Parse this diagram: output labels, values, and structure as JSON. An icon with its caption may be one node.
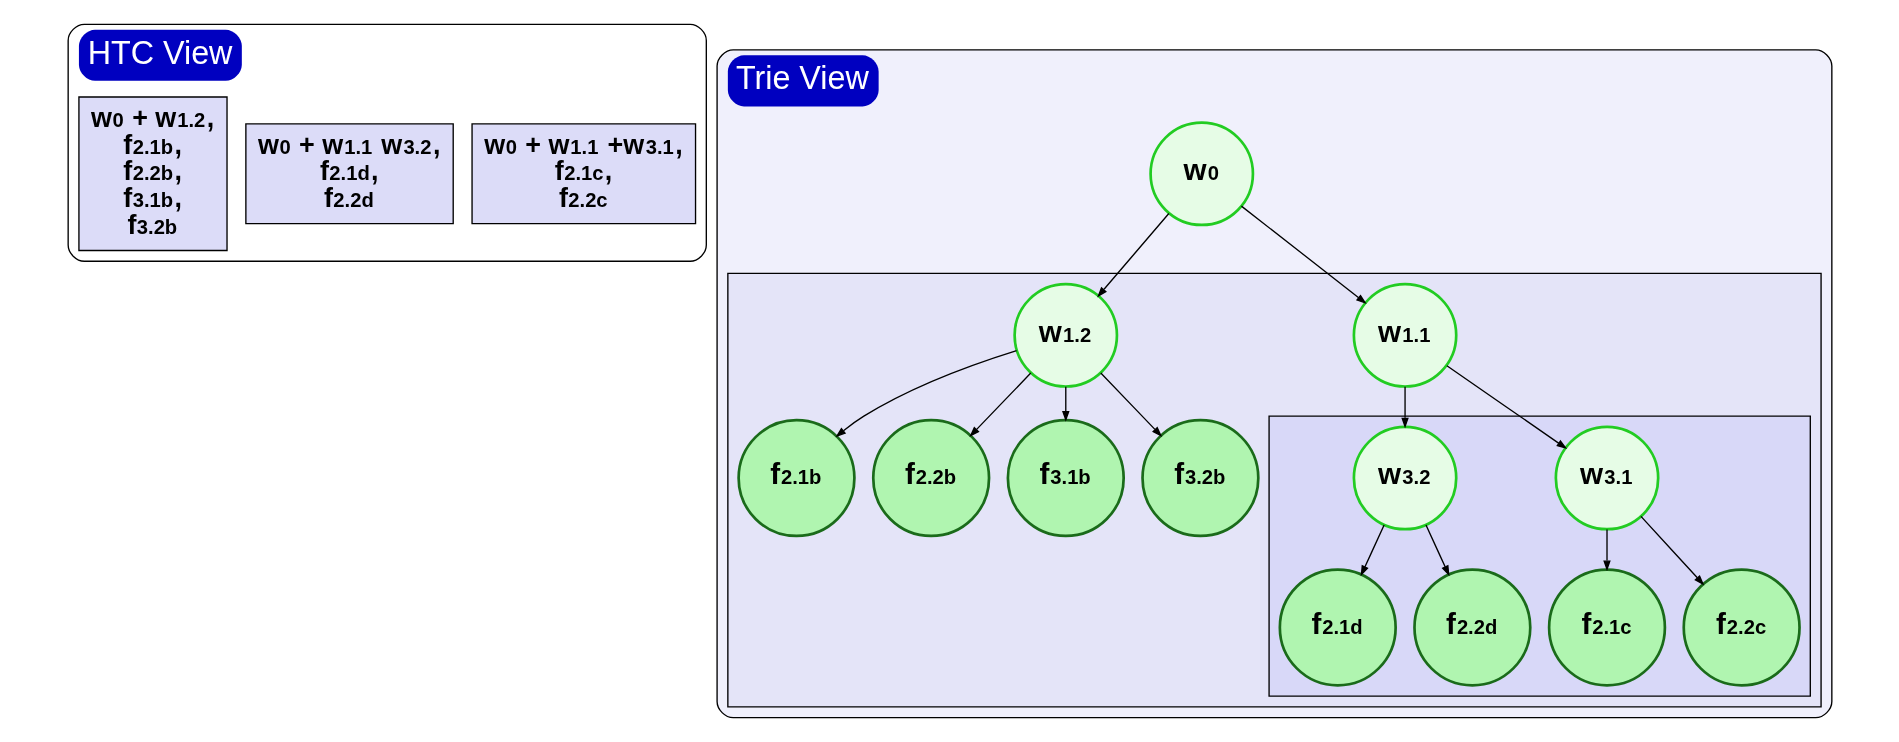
{
  "diagram": {
    "nodes": [
      {
        "text": [
          "HTC View"
        ]
      },
      {
        "text": [
          "w$_{0}$ + w$_{1.1}$ +w$_{3.1}$, f$_{2.1c}$, f$_{2.2c}$"
        ],
        "in": 0
      },
      {
        "text": [
          "w$_{0}$ + w$_{1.1}$ w$_{3.2}$, f$_{2.1d}$, f$_{2.2d}$"
        ],
        "in": 0
      },
      {
        "text": [
          "w$_{0}$ + w$_{1.2}$, f$_{2.1b}$, f$_{2.2b}$, f$_{3.1b}$, f$_{3.2b}$"
        ],
        "in": 0
      },
      {
        "text": [
          "Trie View"
        ]
      },
      {
        "text": [
          "w$_{0}$"
        ],
        "in": 4
      },
      {
        "text": [],
        "shape": "box",
        "in": 4
      },
      {
        "text": [
          "w$_{1.1}$"
        ],
        "in": 6
      },
      {
        "text": [
          "w$_{1.2}$"
        ],
        "in": 6
      },
      {
        "text": [],
        "shape": "box",
        "in": 6
      },
      {
        "text": [
          "w$_{3.1}$"
        ],
        "in": 9
      },
      {
        "text": [
          "w$_{3.2}$"
        ],
        "in": 9
      },
      {
        "text": [
          "f$_{2.1c}$"
        ],
        "in": 9
      },
      {
        "text": [
          "f$_{2.2c}$"
        ],
        "in": 9
      },
      {
        "text": [
          "f$_{2.1d}$"
        ],
        "in": 9
      },
      {
        "text": [
          "f$_{2.2d}$"
        ],
        "in": 9
      },
      {
        "text": [
          "f$_{2.1b}$"
        ],
        "in": 6
      },
      {
        "text": [
          "f$_{2.2b}$"
        ],
        "in": 6
      },
      {
        "text": [
          "f$_{3.1b}$"
        ],
        "in": 6
      },
      {
        "text": [
          "f$_{3.2b}$"
        ],
        "in": 6
      }
    ],
    "edges": [
      {
        "from": 5,
        "to": 7,
        "arrow": "to"
      },
      {
        "from": 5,
        "to": 8,
        "arrow": "to"
      },
      {
        "from": 7,
        "to": 10,
        "arrow": "to"
      },
      {
        "from": 7,
        "to": 11,
        "arrow": "to"
      },
      {
        "from": 8,
        "to": 16,
        "arrow": "to"
      },
      {
        "from": 8,
        "to": 17,
        "arrow": "to"
      },
      {
        "from": 8,
        "to": 18,
        "arrow": "to"
      },
      {
        "from": 8,
        "to": 19,
        "arrow": "to"
      },
      {
        "from": 10,
        "to": 12,
        "arrow": "to"
      },
      {
        "from": 10,
        "to": 13,
        "arrow": "to"
      },
      {
        "from": 11,
        "to": 14,
        "arrow": "to"
      },
      {
        "from": 11,
        "to": 15,
        "arrow": "to"
      }
    ]
  }
}
